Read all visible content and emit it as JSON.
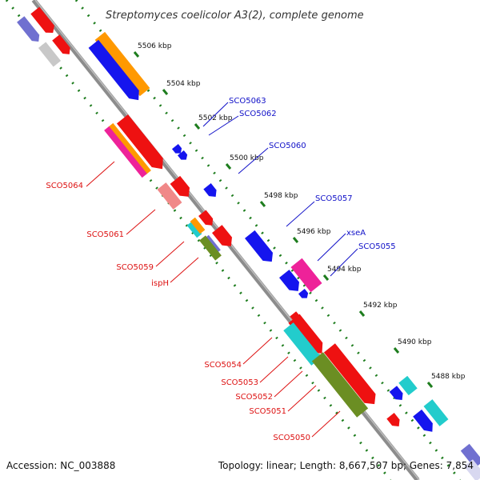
{
  "title": "Streptomyces coelicolor A3(2), complete genome",
  "footer": {
    "accession": "Accession: NC_003888",
    "info": "Topology: linear; Length: 8,667,507 bp; Genes: 7,854"
  },
  "ticks": [
    "5506 kbp",
    "5504 kbp",
    "5502 kbp",
    "5500 kbp",
    "5498 kbp",
    "5496 kbp",
    "5494 kbp",
    "5492 kbp",
    "5490 kbp",
    "5488 kbp"
  ],
  "labels": {
    "forward": [
      "SCO5063",
      "SCO5062",
      "SCO5060",
      "SCO5057",
      "xseA",
      "SCO5055"
    ],
    "reverse": [
      "SCO5064",
      "SCO5061",
      "SCO5059",
      "ispH",
      "SCO5054",
      "SCO5053",
      "SCO5052",
      "SCO5051",
      "SCO5050"
    ]
  },
  "colors": {
    "backbone": "#8c8c8c",
    "dots": "#1e7d1e",
    "forward_label": "#1010c8",
    "reverse_label": "#dd1111",
    "red": "#ee1111",
    "blue": "#1515ee",
    "orange": "#ff9900",
    "magenta": "#ee2299",
    "cyan": "#22cccc",
    "olive": "#6b8e23",
    "purple": "#7070d0",
    "pink": "#f08888",
    "gray": "#c8c8c8"
  }
}
